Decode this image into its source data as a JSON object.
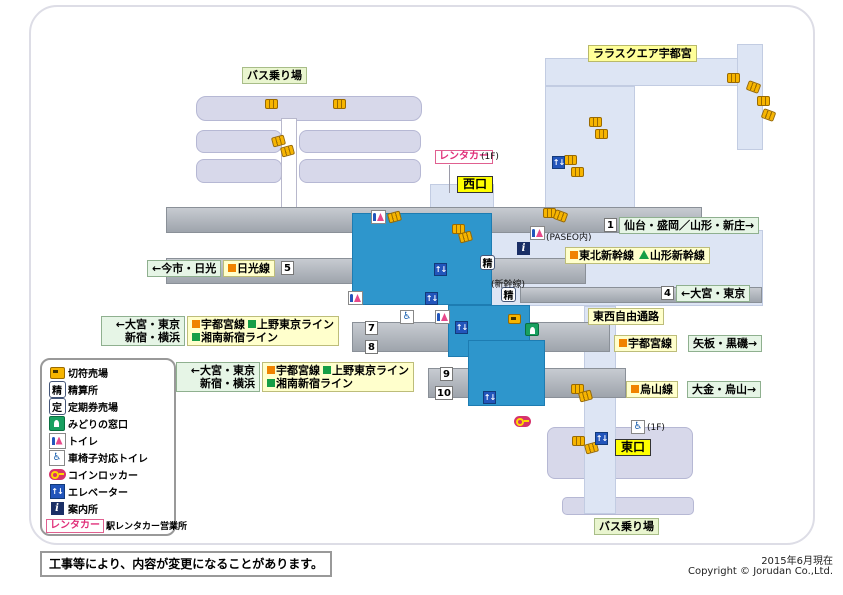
{
  "colors": {
    "line_orange": "#f08300",
    "line_green": "#169e46",
    "concourse_blue": "#2e96cc",
    "platform_gray": "#aeb3bb",
    "building_lavender": "#d7d8ea",
    "passage_blue": "#dde5f4",
    "label_yellow": "#ffffcc",
    "label_green": "#e6f5e6",
    "exit_yellow": "#ffff00",
    "lala_yellow": "#ffff99",
    "locker_yellow": "#f7b500",
    "toilet_pink": "#e8488a",
    "toilet_blue": "#2255bb",
    "elevator_blue": "#2255bb",
    "info_navy": "#1a2f66",
    "midori_green": "#18a060",
    "key_pink": "#d6336c",
    "rentacar_pink": "#e0307a"
  },
  "map": {
    "lala": "ララスクエア宇都宮",
    "bus_top": "バス乗り場",
    "bus_bottom": "バス乗り場",
    "west_exit": "西口",
    "east_exit": "東口",
    "rentacar": "レンタカー",
    "rentacar_floor": "(1F)",
    "paseo_note": "(PASEO内)",
    "shinkansen_note": "(新幹線)",
    "east_1f": "(1F)"
  },
  "platforms": {
    "p1": {
      "num": "1",
      "dir": "仙台・盛岡／山形・新庄→"
    },
    "nikko": {
      "dir": "←今市・日光",
      "line": "日光線",
      "num": "5"
    },
    "shinkansen": {
      "tohoku": "東北新幹線",
      "yamagata": "山形新幹線"
    },
    "p4": {
      "num": "4",
      "dir": "←大宮・東京"
    },
    "p78": {
      "dir1": "←大宮・東京",
      "dir2": "新宿・横浜",
      "line1": "宇都宮線",
      "line2": "上野東京ライン",
      "line3": "湘南新宿ライン",
      "num_top": "7",
      "num_bottom": "8"
    },
    "tozai": "東西自由通路",
    "yaita": {
      "line": "宇都宮線",
      "dir": "矢板・黒磯→"
    },
    "p910": {
      "dir1": "←大宮・東京",
      "dir2": "新宿・横浜",
      "line1": "宇都宮線",
      "line2": "上野東京ライン",
      "line3": "湘南新宿ライン",
      "num_top": "9",
      "num_bottom": "10"
    },
    "karasuyama": {
      "line": "烏山線",
      "dir": "大金・烏山→"
    }
  },
  "legend": {
    "items": [
      "切符売場",
      "精算所",
      "定期券売場",
      "みどりの窓口",
      "トイレ",
      "車椅子対応トイレ",
      "コインロッカー",
      "エレベーター",
      "案内所",
      "駅レンタカー営業所"
    ],
    "rentacar_box": "レンタカー"
  },
  "glyphs": {
    "seisan": "精",
    "teiki": "定",
    "info": "i",
    "elevator": "↑↓",
    "wheelchair": "♿"
  },
  "footer": {
    "note": "工事等により、内容が変更になることがあります。",
    "date": "2015年6月現在",
    "copyright": "Copyright © Jorudan Co.,Ltd."
  }
}
